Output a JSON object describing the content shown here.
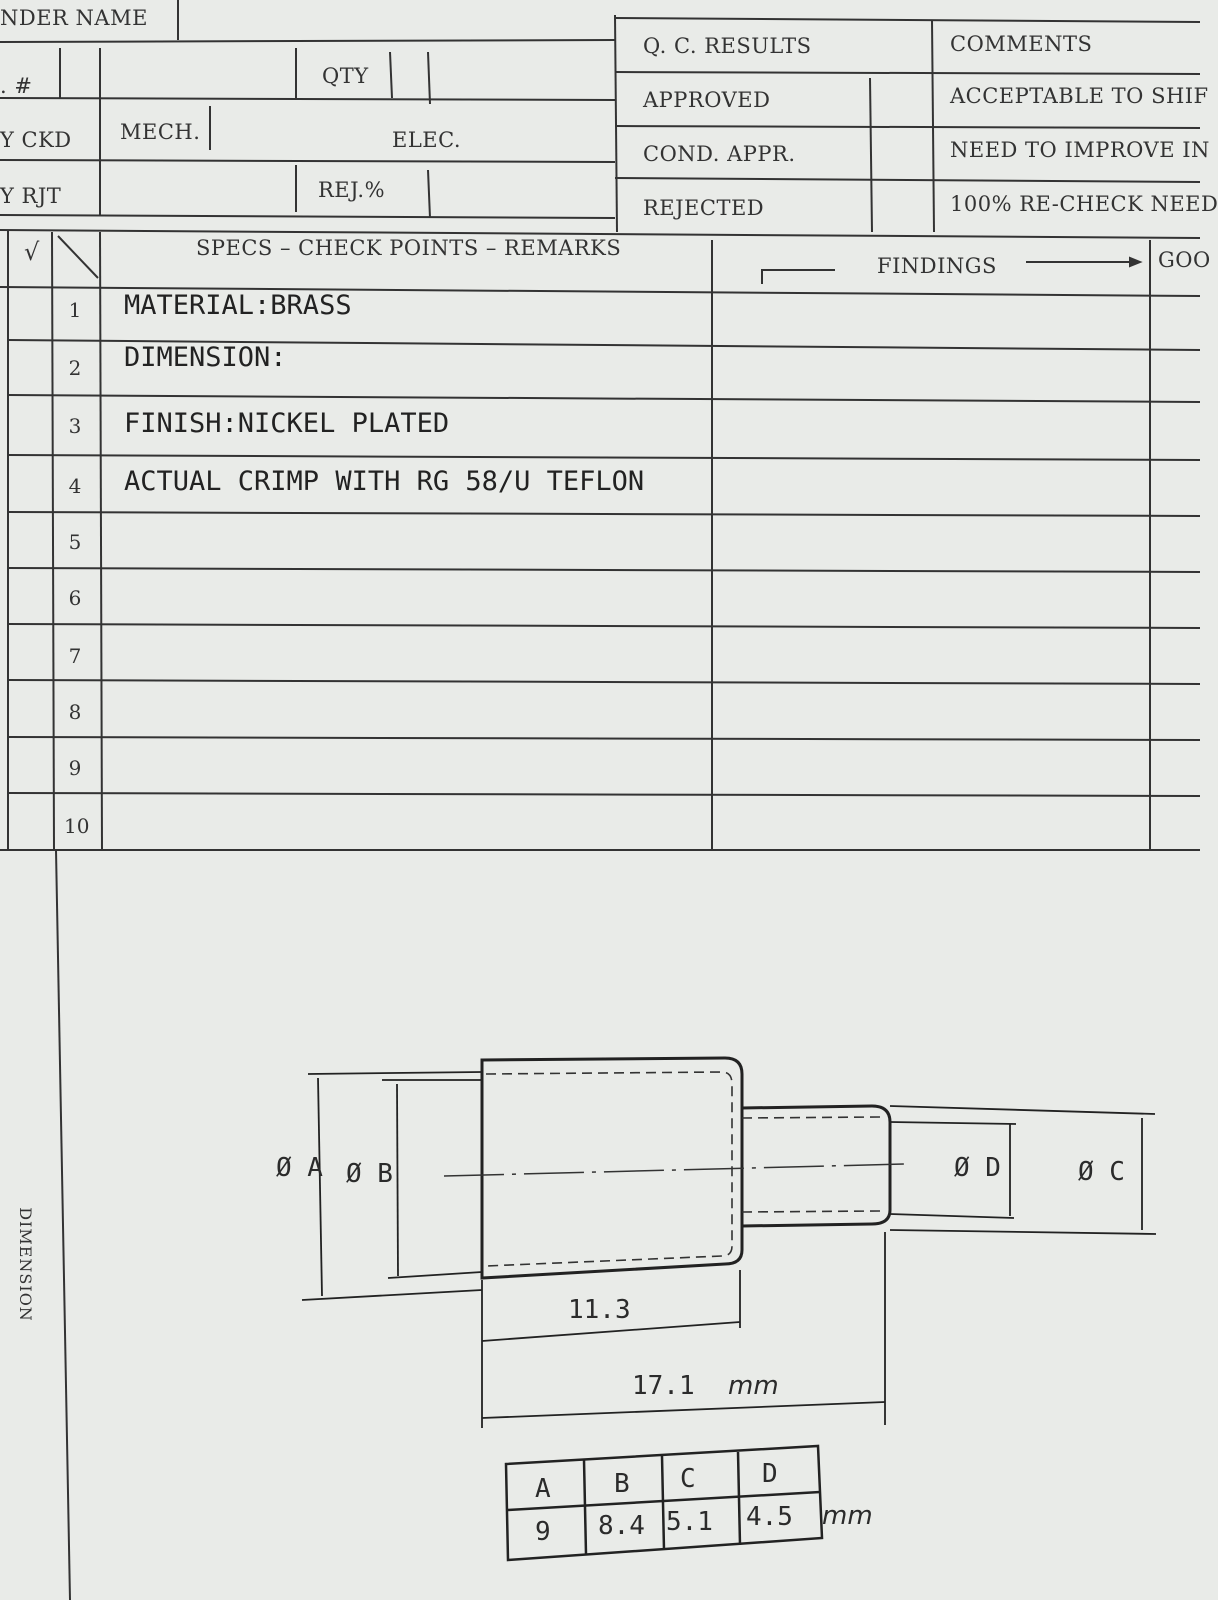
{
  "header": {
    "vendor_name": "NDER NAME",
    "po_no": ". #",
    "qty": "QTY",
    "qc_results": "Q. C. RESULTS",
    "comments": "COMMENTS",
    "approved": "APPROVED",
    "acceptable": "ACCEPTABLE TO SHIF",
    "checked_by": "Y CKD",
    "mech": "MECH.",
    "elec": "ELEC.",
    "cond_appr": "COND. APPR.",
    "need_improve": "NEED TO IMPROVE IN",
    "rejected_by": "Y RJT",
    "rej_pct": "REJ.%",
    "rejected": "REJECTED",
    "recheck": "100% RE-CHECK NEED"
  },
  "table": {
    "check_mark": "√",
    "specs_header": "SPECS – CHECK POINTS – REMARKS",
    "findings_header": "FINDINGS",
    "good_header": "GOO",
    "rows": [
      {
        "num": "1",
        "text": "MATERIAL:BRASS"
      },
      {
        "num": "2",
        "text": "DIMENSION:"
      },
      {
        "num": "3",
        "text": "FINISH:NICKEL PLATED"
      },
      {
        "num": "4",
        "text": "ACTUAL CRIMP WITH RG 58/U TEFLON"
      },
      {
        "num": "5",
        "text": ""
      },
      {
        "num": "6",
        "text": ""
      },
      {
        "num": "7",
        "text": ""
      },
      {
        "num": "8",
        "text": ""
      },
      {
        "num": "9",
        "text": ""
      },
      {
        "num": "10",
        "text": ""
      }
    ]
  },
  "side_label": "DIMENSION",
  "drawing": {
    "label_a": "Ø A",
    "label_b": "Ø B",
    "label_c": "Ø C",
    "label_d": "Ø D",
    "dim_short": "11.3",
    "dim_total": "17.1",
    "dim_unit": "mm"
  },
  "dim_table": {
    "headers": [
      "A",
      "B",
      "C",
      "D"
    ],
    "values": [
      "9",
      "8.4",
      "5.1",
      "4.5"
    ],
    "unit": "mm"
  }
}
